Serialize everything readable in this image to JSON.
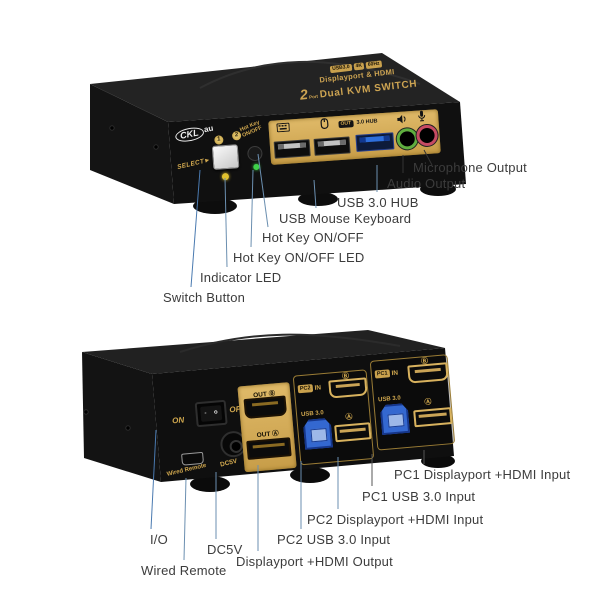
{
  "front_view": {
    "brand": {
      "ckl": "CKL",
      "au": "au"
    },
    "top_print": {
      "badges": [
        "USB3.0",
        "4K",
        "60Hz"
      ],
      "subtitle": "Displayport & HDMI",
      "port_count": "2",
      "port_word": "Port",
      "title": "Dual KVM SWITCH"
    },
    "select_label": "SELECT►",
    "channel_leds": [
      "1",
      "2"
    ],
    "hotkey_print": {
      "line1": "Hot Key",
      "line2": "ON/OFF"
    },
    "panel": {
      "out_badge": "OUT",
      "hub_label": "3.0 HUB"
    },
    "callouts": [
      "Microphone Output",
      "Audio Output",
      "USB 3.0 HUB",
      "USB Mouse Keyboard",
      "Hot Key ON/OFF",
      "Hot Key ON/OFF LED",
      "Indicator LED",
      "Switch Button"
    ]
  },
  "rear_view": {
    "power": {
      "on": "ON",
      "off": "OFF",
      "dash": "-",
      "circle": "o"
    },
    "out_panel": {
      "out_b": "OUT Ⓑ",
      "out_a": "OUT Ⓐ"
    },
    "pc2": {
      "badge": "PC2",
      "in": "IN",
      "usb": "USB 3.0",
      "hdmi_letter": "Ⓑ",
      "dp_letter": "Ⓐ"
    },
    "pc1": {
      "badge": "PC1",
      "in": "IN",
      "usb": "USB 3.0",
      "hdmi_letter": "Ⓑ",
      "dp_letter": "Ⓐ"
    },
    "wired_remote": "Wired Remote",
    "dc_label": "DC5V",
    "callouts": [
      "PC1 Displayport +HDMI Input",
      "PC1 USB 3.0 Input",
      "PC2 Displayport +HDMI Input",
      "PC2 USB 3.0 Input",
      "Displayport +HDMI Output",
      "DC5V",
      "I/O",
      "Wired Remote"
    ]
  },
  "colors": {
    "gold": "#cfa44f",
    "usb_blue": "#2e6bd6",
    "audio_green": "#5fae3f",
    "mic_pink": "#c64b63",
    "led_yellow": "#e0c12e",
    "led_green": "#3fd14a",
    "leader_blue": "#6b8fb0"
  }
}
